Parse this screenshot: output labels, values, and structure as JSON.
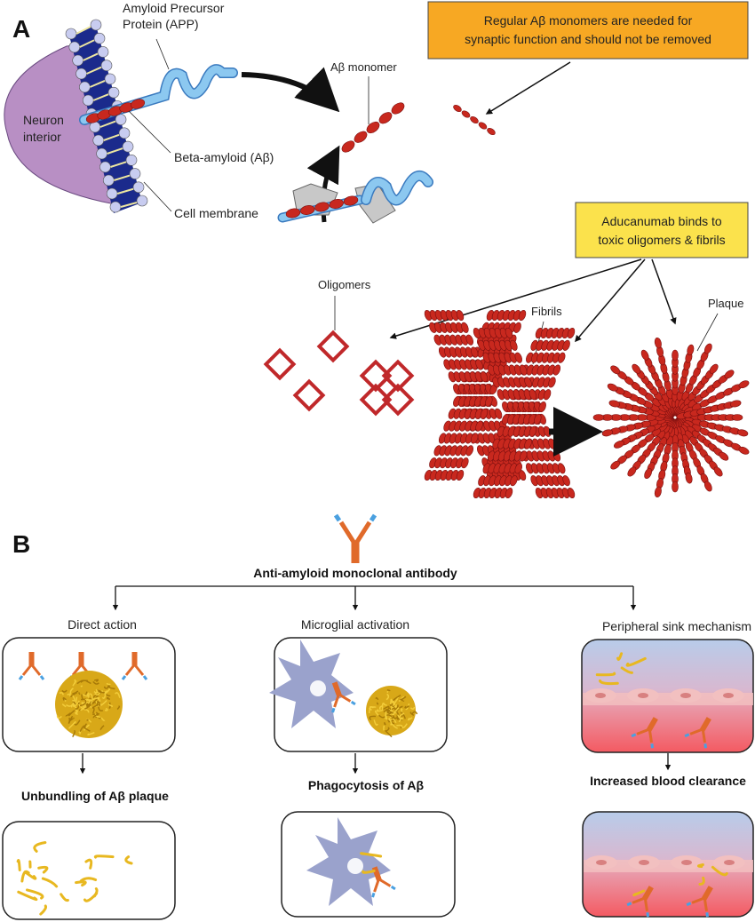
{
  "panel_a": {
    "letter": "A",
    "labels": {
      "app_line1": "Amyloid Precursor",
      "app_line2": "Protein (APP)",
      "neuron_line1": "Neuron",
      "neuron_line2": "interior",
      "beta_amyloid": "Beta-amyloid (Aβ)",
      "cell_membrane": "Cell membrane",
      "monomer": "Aβ monomer",
      "oligomers": "Oligomers",
      "fibrils": "Fibrils",
      "plaque": "Plaque"
    },
    "note_orange": {
      "line1": "Regular Aβ monomers are needed for",
      "line2": "synaptic function and should not be removed",
      "color": "#F7A823"
    },
    "note_yellow": {
      "line1": "Aducanumab binds to",
      "line2": "toxic oligomers & fibrils",
      "color": "#FBE24C"
    }
  },
  "panel_b": {
    "letter": "B",
    "root": "Anti-amyloid monoclonal antibody",
    "branches": [
      {
        "title": "Direct action",
        "result": "Unbundling of  Aβ plaque"
      },
      {
        "title": "Microglial activation",
        "result": "Phagocytosis of Aβ"
      },
      {
        "title": "Peripheral sink mechanism",
        "result": "Increased blood clearance"
      }
    ]
  },
  "colors": {
    "amyloid_red": "#C8281E",
    "membrane_blue": "#1B2A8C",
    "app_blue": "#8CC8F0",
    "neuron_purple": "#B88FC4",
    "plaque_gold": "#E0B020",
    "microglia": "#9AA2CC"
  }
}
